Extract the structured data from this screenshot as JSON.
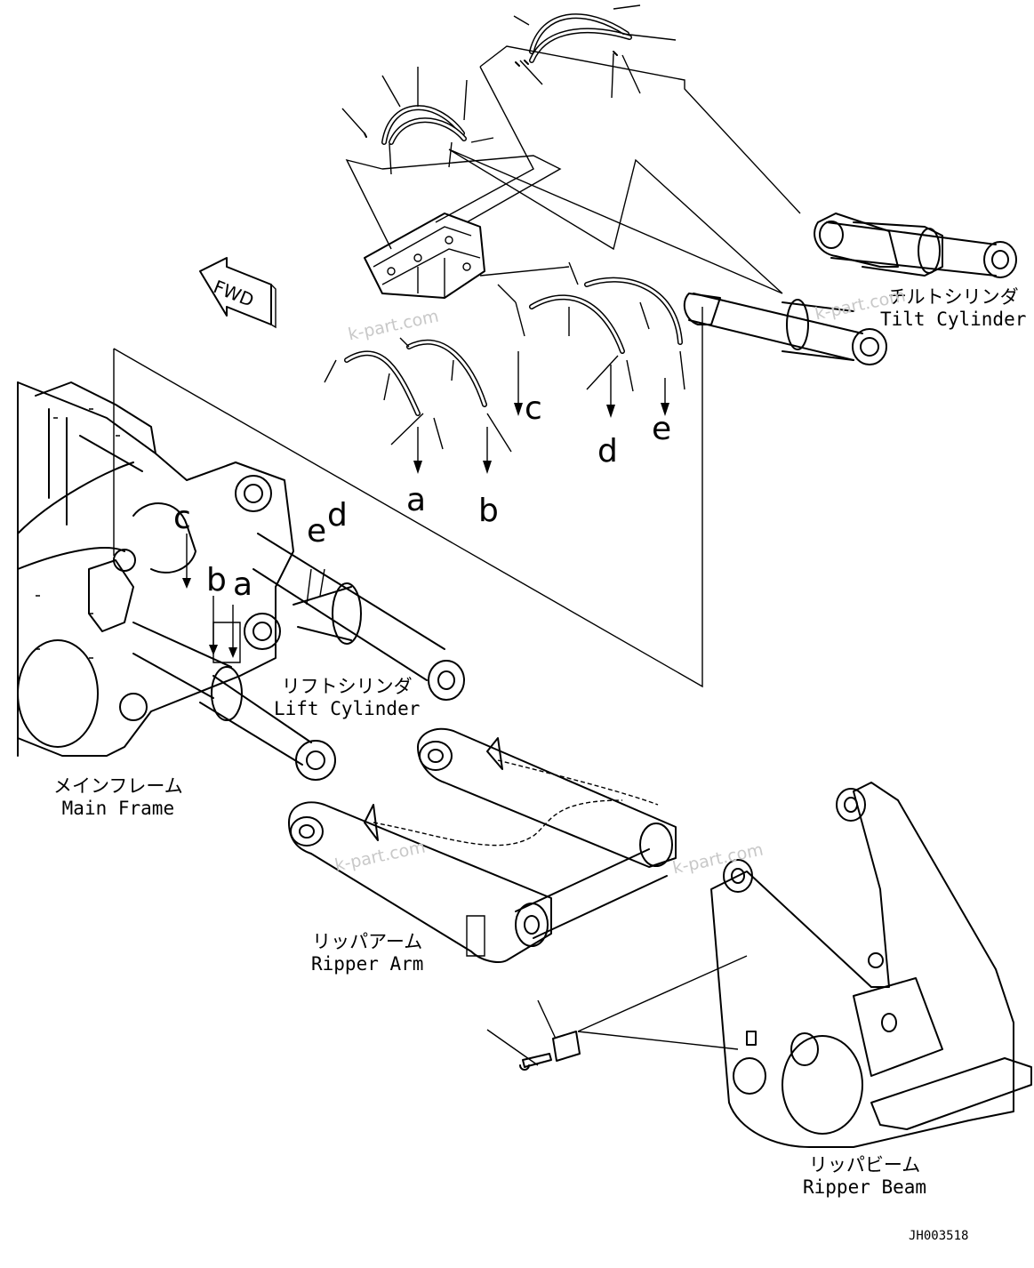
{
  "labels": {
    "tilt_cylinder": {
      "jp": "チルトシリンダ",
      "en": "Tilt Cylinder"
    },
    "lift_cylinder": {
      "jp": "リフトシリンダ",
      "en": "Lift Cylinder"
    },
    "main_frame": {
      "jp": "メインフレーム",
      "en": "Main Frame"
    },
    "ripper_arm": {
      "jp": "リッパアーム",
      "en": "Ripper Arm"
    },
    "ripper_beam": {
      "jp": "リッパビーム",
      "en": "Ripper Beam"
    }
  },
  "fwd_arrow": "FWD",
  "callouts": {
    "hose_a": "a",
    "hose_b": "b",
    "hose_c": "c",
    "hose_d": "d",
    "hose_e": "e",
    "frame_c": "c",
    "frame_b": "b",
    "frame_a": "a",
    "cyl_e": "e",
    "cyl_d": "d"
  },
  "watermark": "k-part.com",
  "figure_number": "JH003518"
}
